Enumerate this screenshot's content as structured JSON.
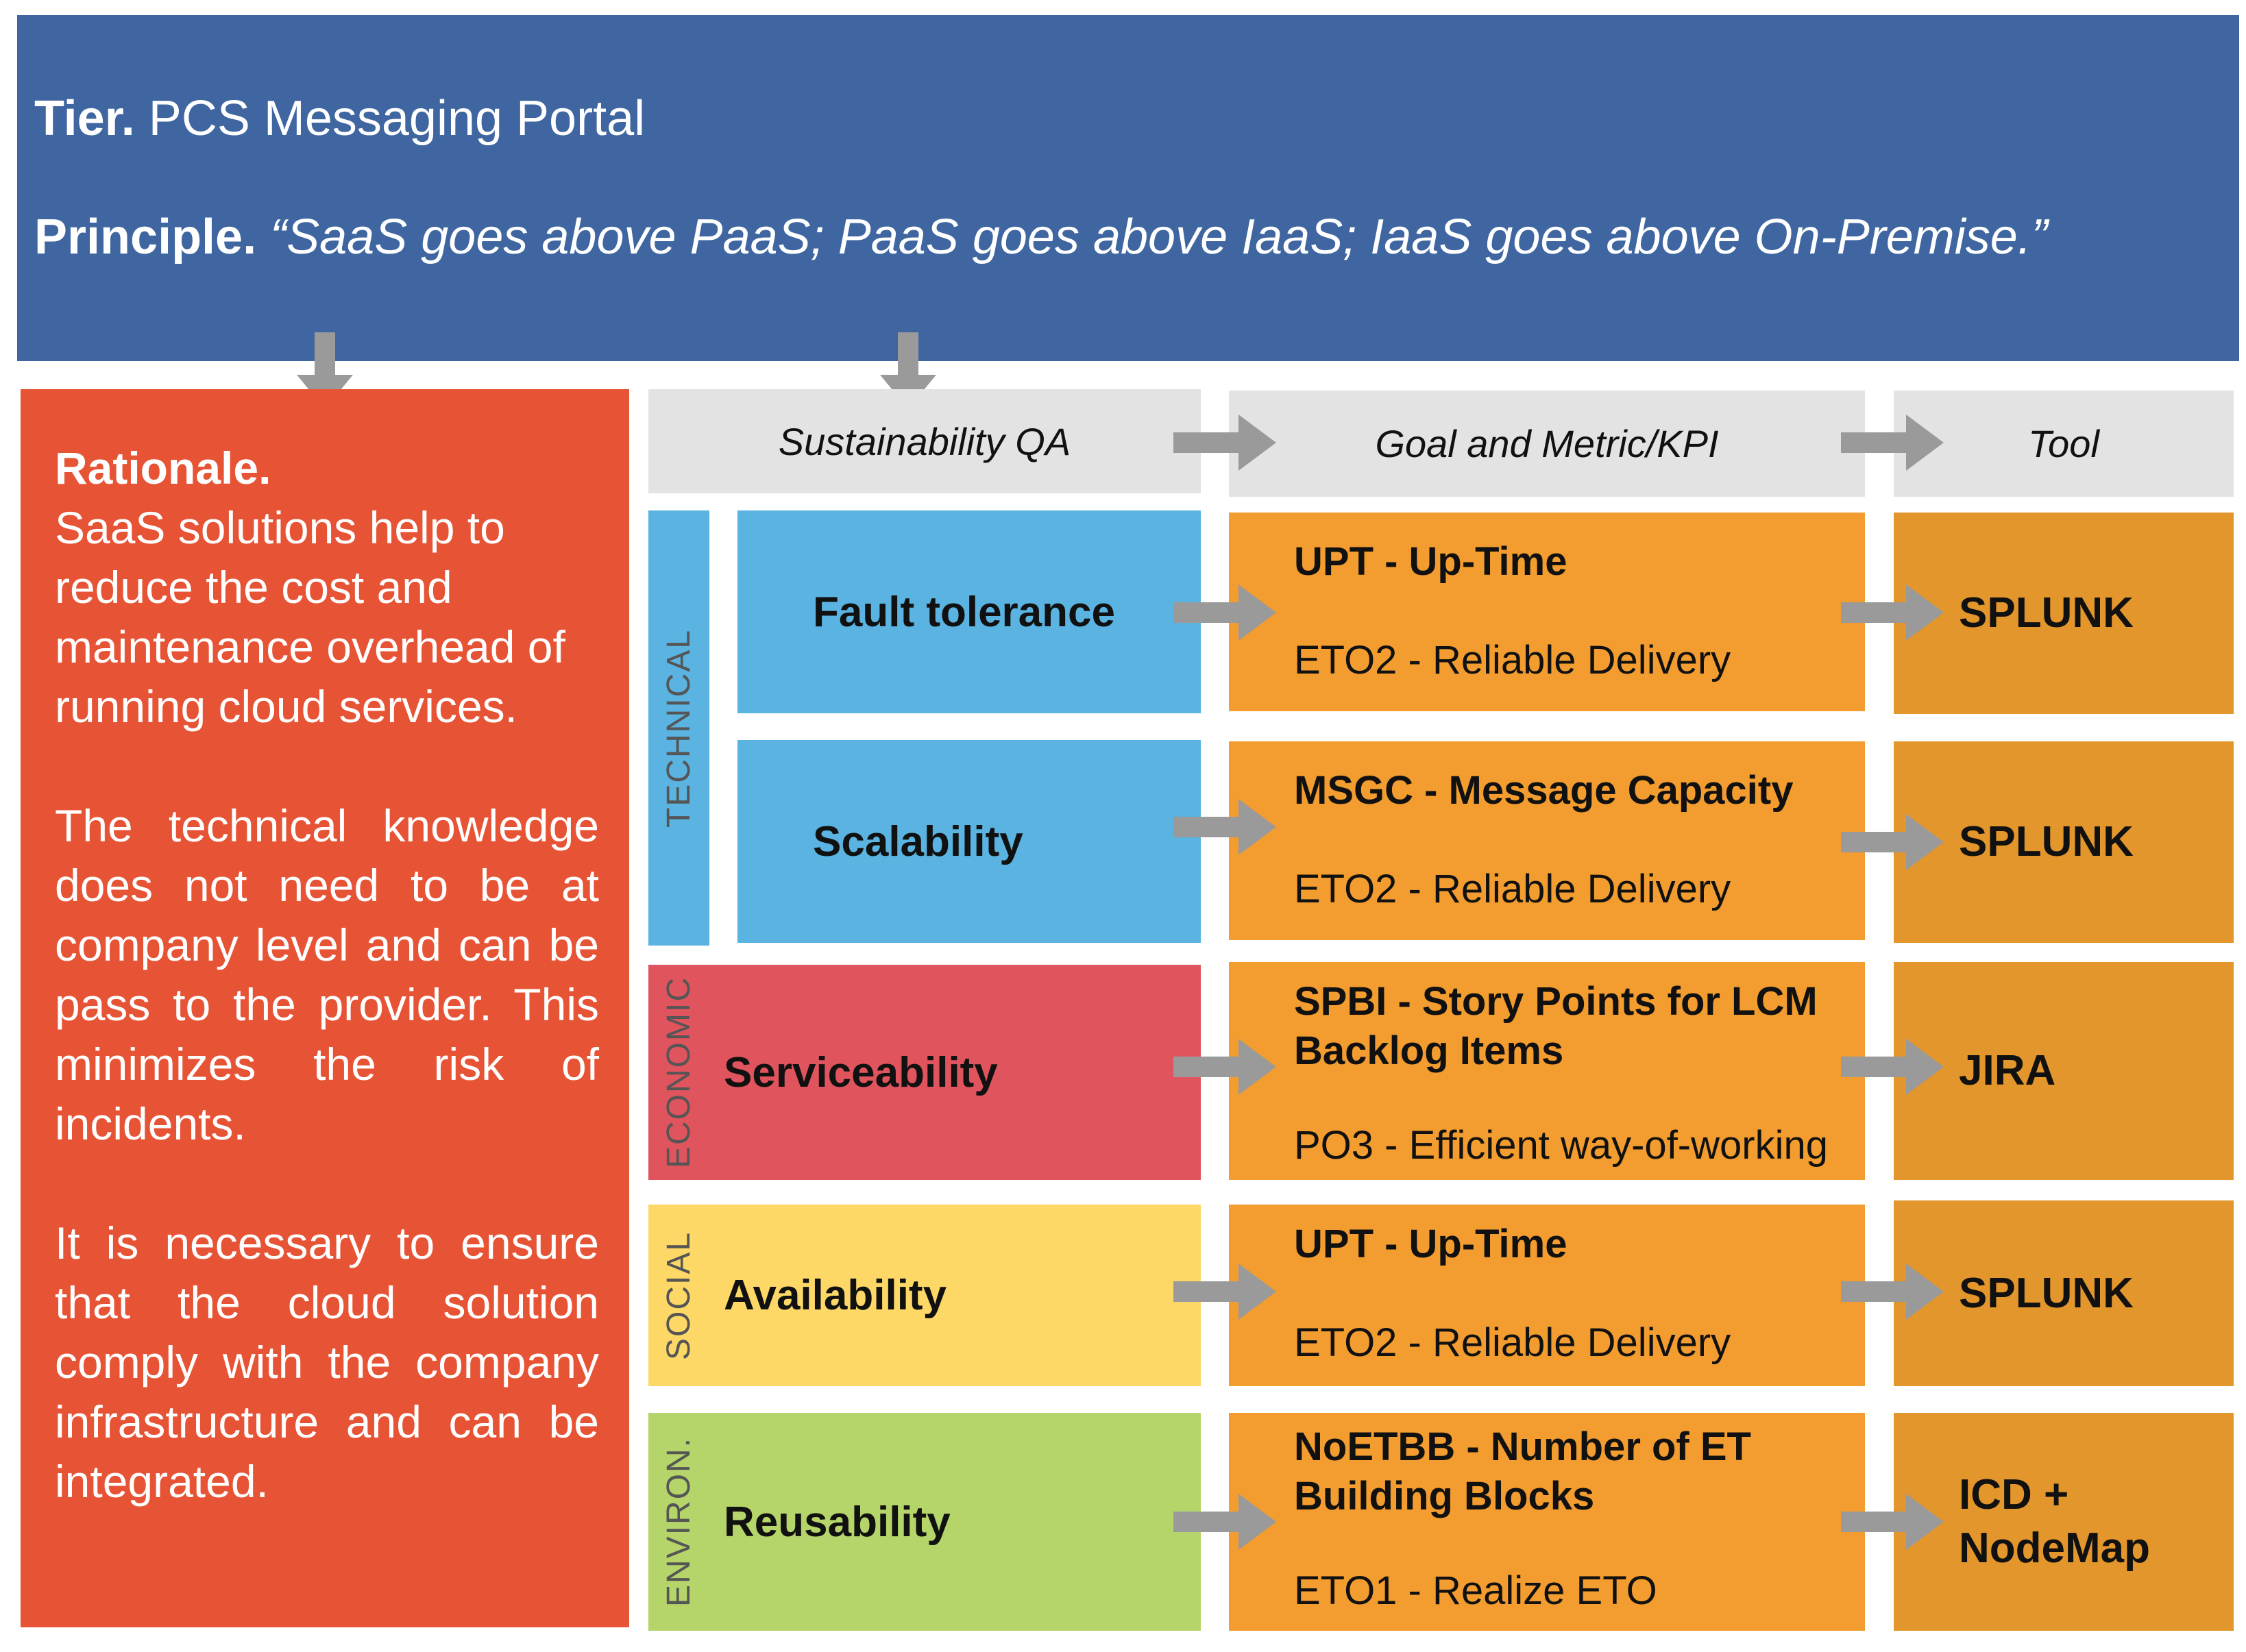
{
  "header": {
    "tier_label": "Tier.",
    "tier_value": "PCS Messaging Portal",
    "principle_label": "Principle.",
    "principle_value": "“SaaS goes above PaaS; PaaS goes above IaaS; IaaS goes above On-Premise.”"
  },
  "rationale": {
    "title": "Rationale.",
    "paragraph1": "SaaS solutions help to reduce the cost and maintenance overhead of running cloud services.",
    "paragraph2": "The technical knowledge does not need to be at company level and can be pass to the provider. This minimizes the risk of incidents.",
    "paragraph3": "It is necessary to ensure that the cloud solution comply with the company infrastructure and can be integrated."
  },
  "columns": {
    "qa": "Sustainability QA",
    "goal": "Goal and Metric/KPI",
    "tool": "Tool"
  },
  "categories": {
    "technical": "TECHNICAL",
    "economic": "ECONOMIC",
    "social": "SOCIAL",
    "environ": "ENVIRON."
  },
  "rows": [
    {
      "qa": "Fault tolerance",
      "metric_line1": "UPT - Up-Time",
      "metric_line2": "",
      "goal": "ETO2 - Reliable Delivery",
      "tool_line1": "SPLUNK",
      "tool_line2": ""
    },
    {
      "qa": "Scalability",
      "metric_line1": "MSGC - Message Capacity",
      "metric_line2": "",
      "goal": "ETO2 - Reliable Delivery",
      "tool_line1": "SPLUNK",
      "tool_line2": ""
    },
    {
      "qa": "Serviceability",
      "metric_line1": "SPBI - Story Points for LCM",
      "metric_line2": "Backlog Items",
      "goal": "PO3 - Efficient way-of-working",
      "tool_line1": "JIRA",
      "tool_line2": ""
    },
    {
      "qa": "Availability",
      "metric_line1": "UPT - Up-Time",
      "metric_line2": "",
      "goal": "ETO2 - Reliable Delivery",
      "tool_line1": "SPLUNK",
      "tool_line2": ""
    },
    {
      "qa": "Reusability",
      "metric_line1": "NoETBB - Number of ET",
      "metric_line2": "Building Blocks",
      "goal": "ETO1 - Realize ETO",
      "tool_line1": "ICD +",
      "tool_line2": "NodeMap"
    }
  ],
  "colors": {
    "header": "#3f66a0",
    "rationale": "#e75435",
    "technical": "#5ab3e0",
    "economic": "#e0545e",
    "social": "#fdd866",
    "environ": "#b5d56a",
    "goal": "#f39c2f",
    "tool": "#e3962c",
    "column_header": "#e3e3e3",
    "arrow": "#9a9a9a"
  }
}
